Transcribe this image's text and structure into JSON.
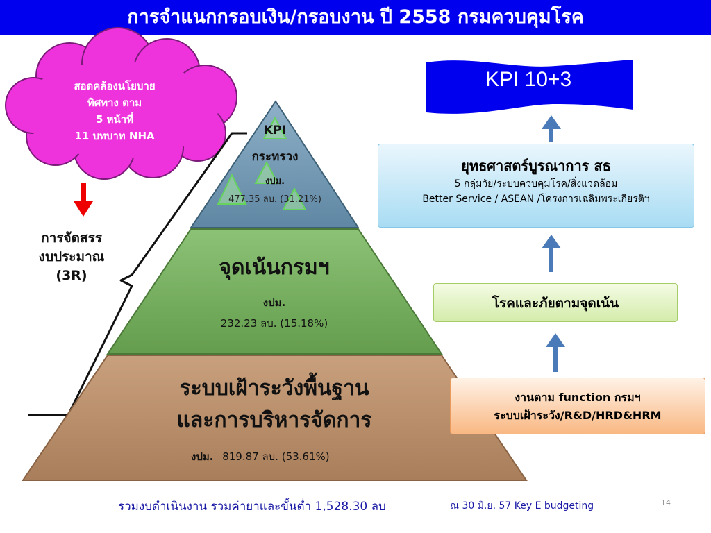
{
  "title": "การจำแนกกรอบเงิน/กรอบงาน ปี 2558  กรมควบคุมโรค",
  "cloud": {
    "lines": [
      "สอดคล้องนโยบาย",
      "ทิศทาง ตาม",
      "5 หน้าที่",
      "11 บทบาท NHA"
    ]
  },
  "allocation": {
    "lines": [
      "การจัดสรร",
      "งบประมาณ",
      "(3R)"
    ]
  },
  "pyramid": {
    "top": {
      "line1": "KPI",
      "line2": "กระทรวง",
      "budget_label": "งปม.",
      "budget_value": "477.35 ลบ. (31.21%)"
    },
    "middle": {
      "heading": "จุดเน้นกรมฯ",
      "budget_label": "งปม.",
      "budget_value": "232.23 ลบ. (15.18%)"
    },
    "bottom": {
      "heading1": "ระบบเฝ้าระวังพื้นฐาน",
      "heading2": "และการบริหารจัดการ",
      "budget_label": "งปม.",
      "budget_value": "819.87 ลบ. (53.61%)"
    }
  },
  "kpi_banner": {
    "label": "KPI 10+3"
  },
  "strategy_box": {
    "title": "ยุทธศาสตร์บูรณาการ สธ",
    "line1": "5 กลุ่มวัย/ระบบควบคุมโรค/สิ่งแวดล้อม",
    "line2": "Better Service / ASEAN /โครงการเฉลิมพระเกียรติฯ"
  },
  "focus_box": {
    "label": "โรคและภัยตามจุดเน้น"
  },
  "function_box": {
    "line1": "งานตาม function กรมฯ",
    "line2": "ระบบเฝ้าระวัง/R&D/HRD&HRM"
  },
  "footer": {
    "total": "รวมงบดำเนินงาน รวมค่ายาและขั้นต่ำ 1,528.30 ลบ",
    "note": "ณ 30 มิ.ย. 57 Key E budgeting",
    "page": "14"
  },
  "colors": {
    "title_bg": "#0000ee",
    "cloud": "#ee33dd",
    "pyramid_top": "#6f93ad",
    "pyramid_middle": "#74ad5d",
    "pyramid_bottom": "#b98f6d",
    "arrow_blue": "#4a7ab8",
    "arrow_red": "#ee0000"
  }
}
